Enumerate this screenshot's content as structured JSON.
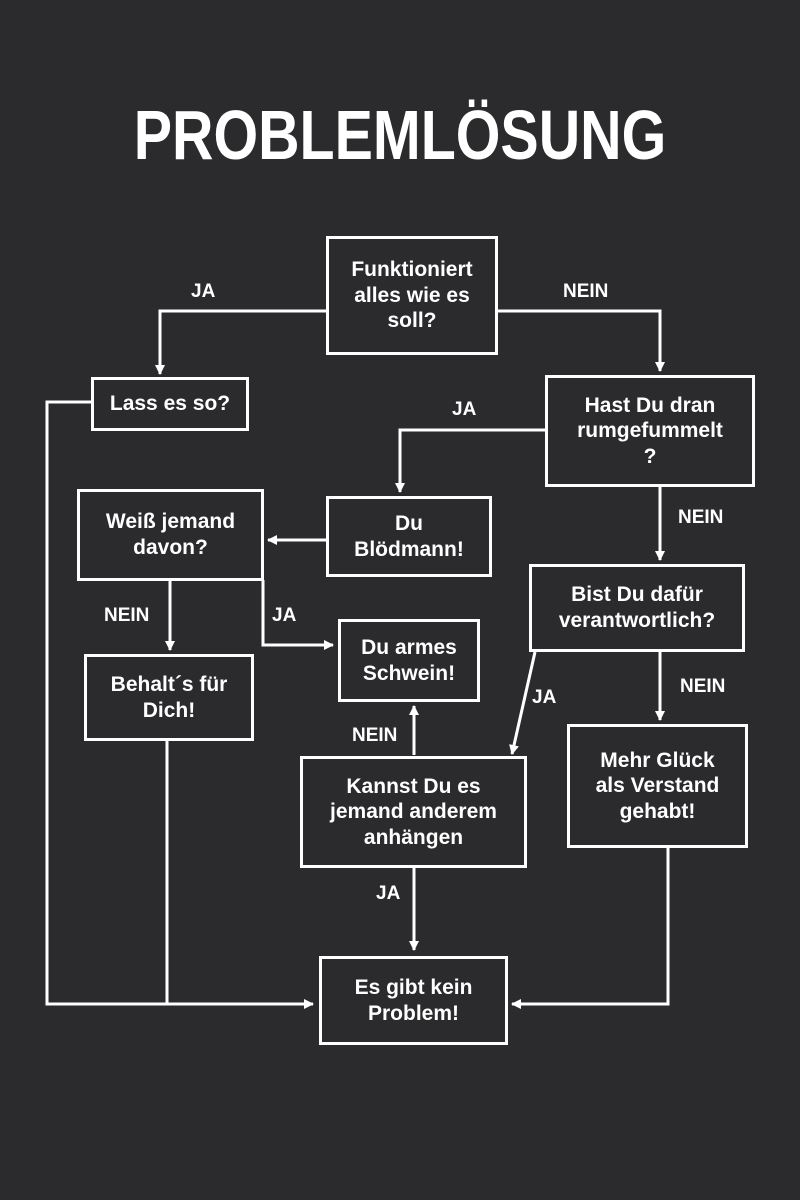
{
  "title": "PROBLEMLÖSUNG",
  "nodes": {
    "funktioniert": "Funktioniert\nalles wie es\nsoll?",
    "lass_es_so": "Lass es so?",
    "hast_du": "Hast Du dran\nrumgefummelt\n?",
    "bloedmann": "Du\nBlödmann!",
    "weiss_jemand": "Weiß jemand\ndavon?",
    "bist_du": "Bist Du dafür\nverantwortlich?",
    "behalts": "Behalt´s für\nDich!",
    "armes_schwein": "Du armes\nSchwein!",
    "mehr_glueck": "Mehr Glück\nals Verstand\ngehabt!",
    "kannst_du": "Kannst Du es\njemand anderem\nanhängen",
    "kein_problem": "Es gibt kein\nProblem!"
  },
  "labels": {
    "ja_left": "JA",
    "nein_right": "NEIN",
    "ja_hast": "JA",
    "nein_hast": "NEIN",
    "nein_weiss": "NEIN",
    "ja_weiss": "JA",
    "ja_bist": "JA",
    "nein_bist": "NEIN",
    "nein_kannst": "NEIN",
    "ja_kannst": "JA"
  },
  "colors": {
    "background": "#2b2b2d",
    "foreground": "#ffffff"
  }
}
